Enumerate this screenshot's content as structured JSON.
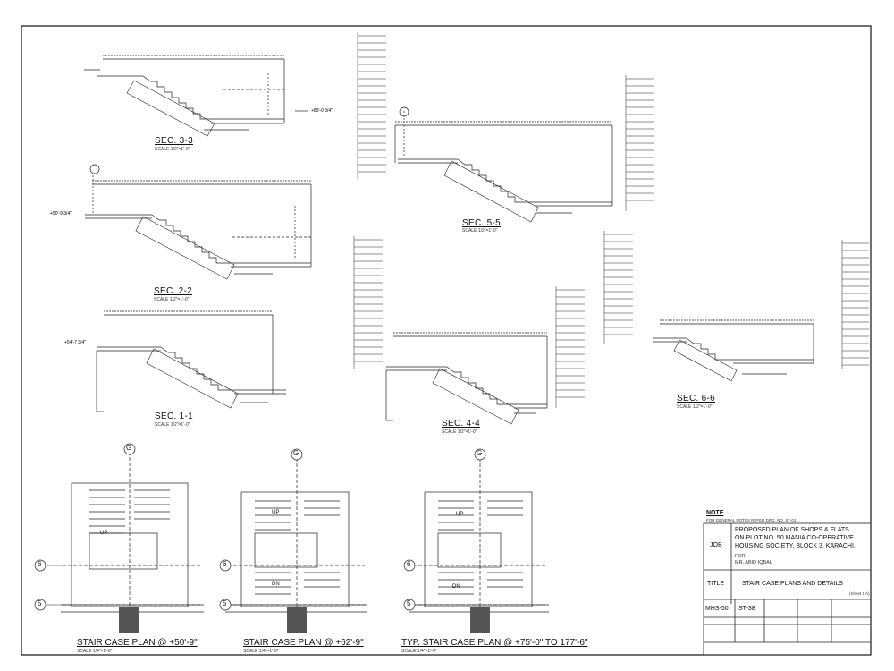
{
  "sections": [
    {
      "id": "s33",
      "title": "SEC. 3-3",
      "scale": "SCALE 1/2\"=1'-0\"",
      "level": "+89'-0 3/4\""
    },
    {
      "id": "s22",
      "title": "SEC. 2-2",
      "scale": "SCALE 1/2\"=1'-0\"",
      "level": "+50'-9 3/4\""
    },
    {
      "id": "s11",
      "title": "SEC. 1-1",
      "scale": "SCALE 1/2\"=1'-0\"",
      "level": "+54'-7 3/4\""
    },
    {
      "id": "s55",
      "title": "SEC. 5-5",
      "scale": "SCALE 1/2\"=1'-0\"",
      "level": ""
    },
    {
      "id": "s44",
      "title": "SEC. 4-4",
      "scale": "SCALE 1/2\"=1'-0\"",
      "level": ""
    },
    {
      "id": "s66",
      "title": "SEC. 6-6",
      "scale": "SCALE 1/2\"=1'-0\"",
      "level": ""
    }
  ],
  "plans": [
    {
      "id": "p1",
      "title": "STAIR CASE PLAN @ +50'-9\"",
      "scale": "SCALE 1/4\"=1'-0\"",
      "up": "UP",
      "dn": "",
      "grids": [
        "G",
        "6",
        "5"
      ]
    },
    {
      "id": "p2",
      "title": "STAIR CASE PLAN @ +62'-9\"",
      "scale": "SCALE 1/4\"=1'-0\"",
      "up": "UP",
      "dn": "DN",
      "grids": [
        "G",
        "6",
        "5"
      ]
    },
    {
      "id": "p3",
      "title": "TYP. STAIR CASE PLAN @ +75'-0\" TO 177'-6\"",
      "scale": "SCALE 1/4\"=1'-0\"",
      "up": "UP",
      "dn": "DN",
      "grids": [
        "G",
        "6",
        "5"
      ]
    }
  ],
  "note": {
    "heading": "NOTE",
    "text": "FOR GENERAL NOTES REFER DRG. NO. ST-01"
  },
  "title_block": {
    "job_label": "JOB",
    "job_lines": [
      "PROPOSED PLAN OF SHOPS & FLATS",
      "ON PLOT NO. 50 MANIA CO-OPERATIVE",
      "HOUSING SOCIETY, BLOCK 3, KARACHI."
    ],
    "for_label": "FOR:",
    "client": "MR. ABID IQBAL",
    "title_label": "TITLE",
    "title_text": "STAIR CASE PLANS AND DETAILS",
    "sheet_no": "(Sheet 1 A)",
    "project_code": "MHS-50",
    "drawing_no": "ST-38"
  }
}
